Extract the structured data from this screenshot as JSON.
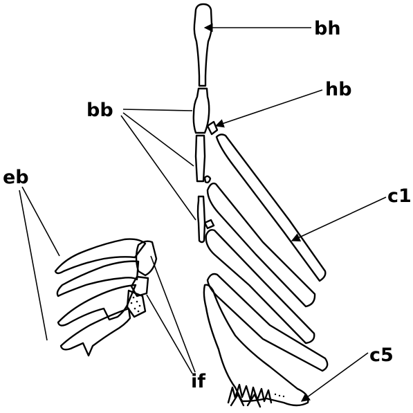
{
  "labels": {
    "bh": "bh",
    "hb": "hb",
    "bb": "bb",
    "c1": "c1",
    "c5": "c5",
    "eb": "eb",
    "if": "if"
  }
}
